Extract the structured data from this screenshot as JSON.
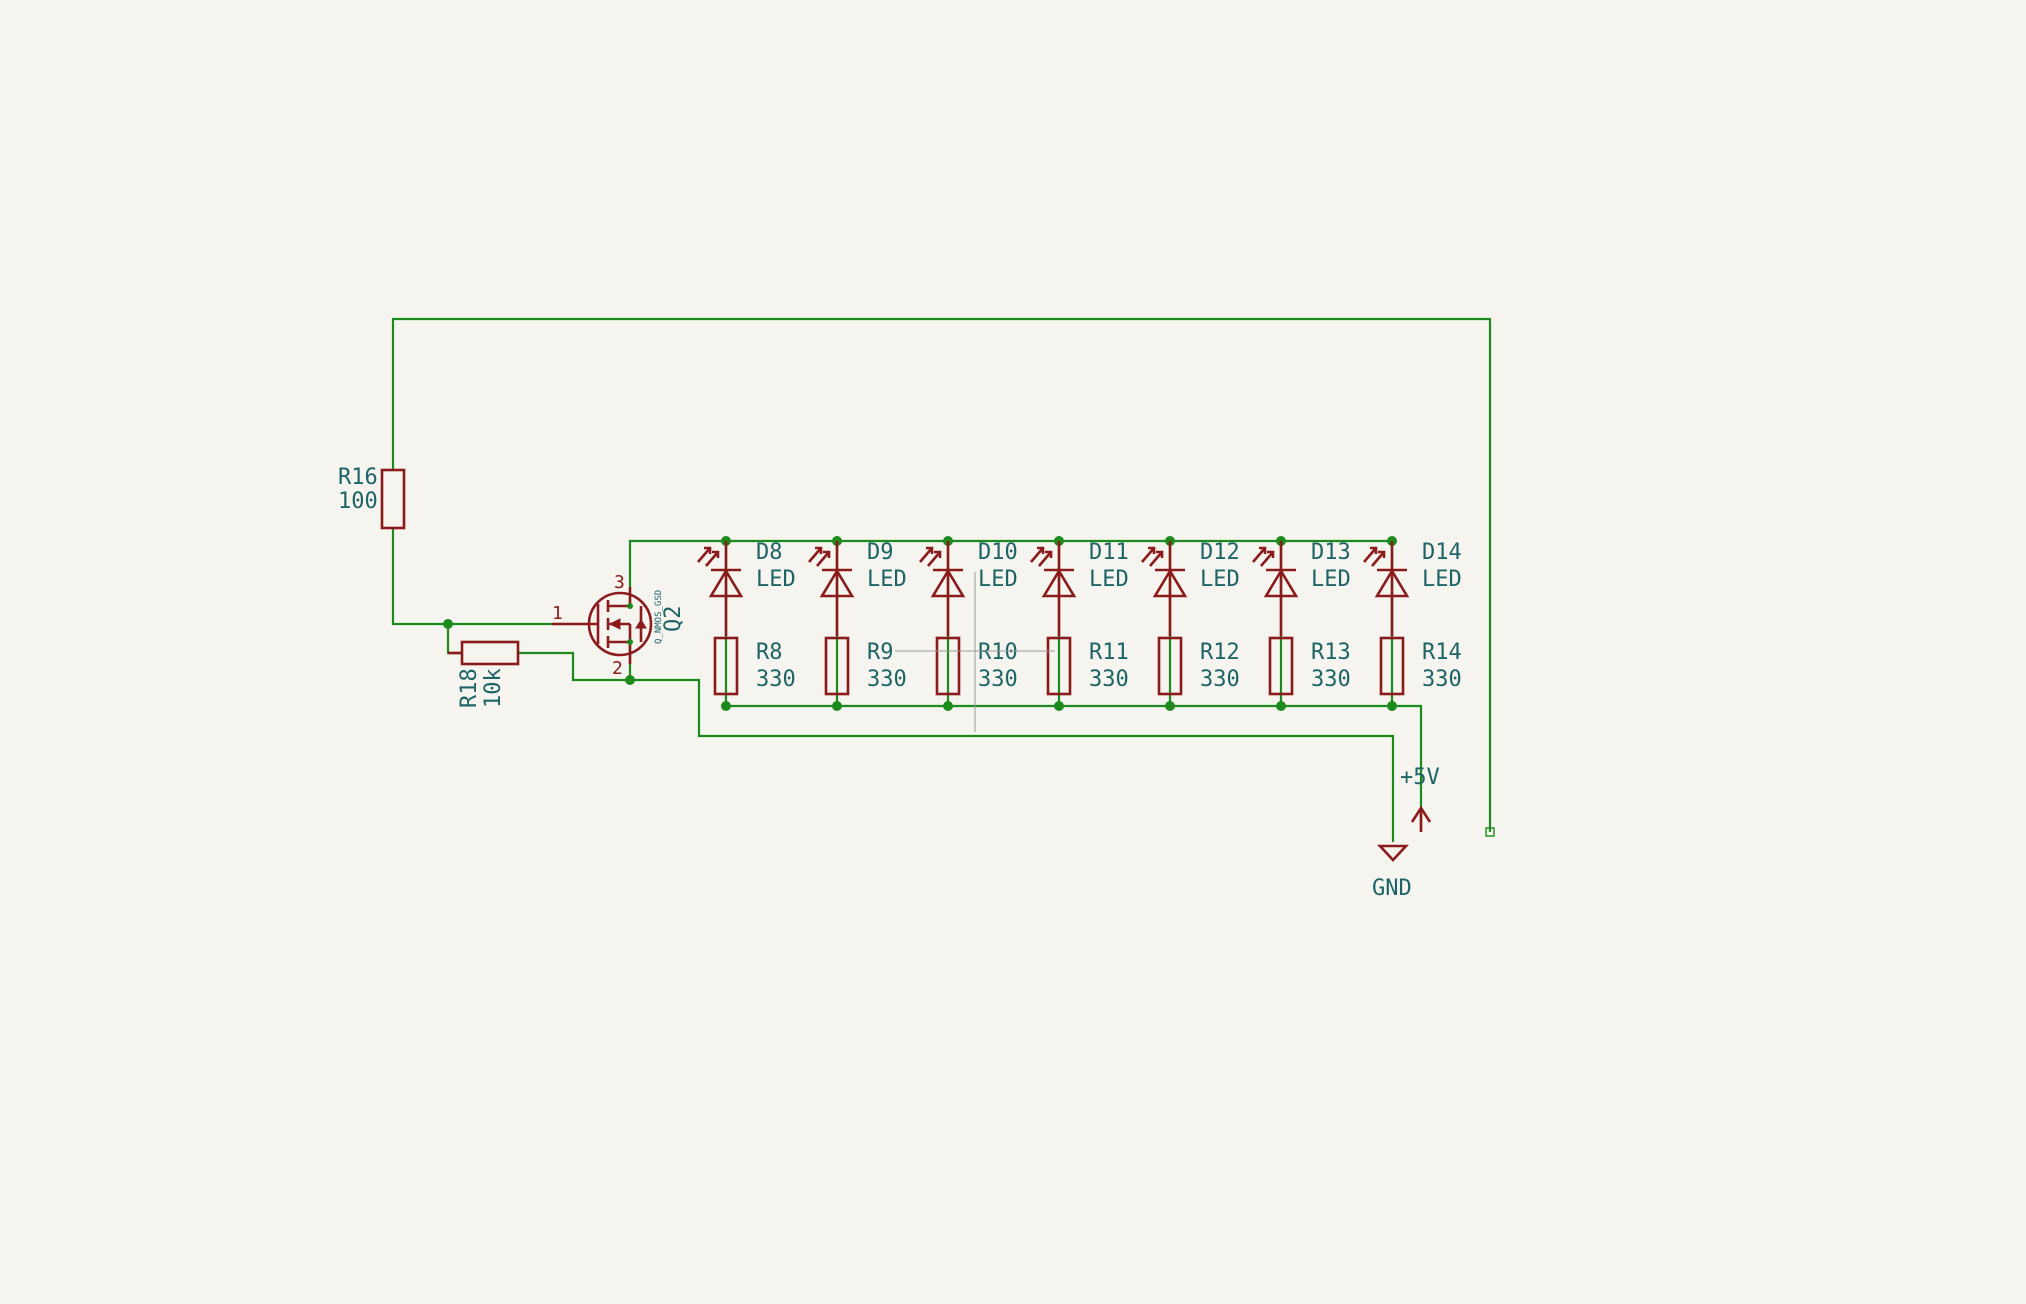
{
  "schematic": {
    "resistors": {
      "R16": {
        "ref": "R16",
        "value": "100"
      },
      "R18": {
        "ref": "R18",
        "value": "10k"
      }
    },
    "mosfet": {
      "ref": "Q2",
      "model": "Q_NMOS_GSD",
      "pin_gate": "1",
      "pin_source": "2",
      "pin_drain": "3"
    },
    "led_columns": [
      {
        "led_ref": "D8",
        "led_value": "LED",
        "res_ref": "R8",
        "res_value": "330"
      },
      {
        "led_ref": "D9",
        "led_value": "LED",
        "res_ref": "R9",
        "res_value": "330"
      },
      {
        "led_ref": "D10",
        "led_value": "LED",
        "res_ref": "R10",
        "res_value": "330"
      },
      {
        "led_ref": "D11",
        "led_value": "LED",
        "res_ref": "R11",
        "res_value": "330"
      },
      {
        "led_ref": "D12",
        "led_value": "LED",
        "res_ref": "R12",
        "res_value": "330"
      },
      {
        "led_ref": "D13",
        "led_value": "LED",
        "res_ref": "R13",
        "res_value": "330"
      },
      {
        "led_ref": "D14",
        "led_value": "LED",
        "res_ref": "R14",
        "res_value": "330"
      }
    ],
    "power": {
      "vcc": "+5V",
      "gnd": "GND"
    },
    "colors": {
      "wire": "#1c8a1c",
      "component": "#8b1a1a",
      "text": "#1d6467",
      "background": "#f5f4ef"
    }
  }
}
